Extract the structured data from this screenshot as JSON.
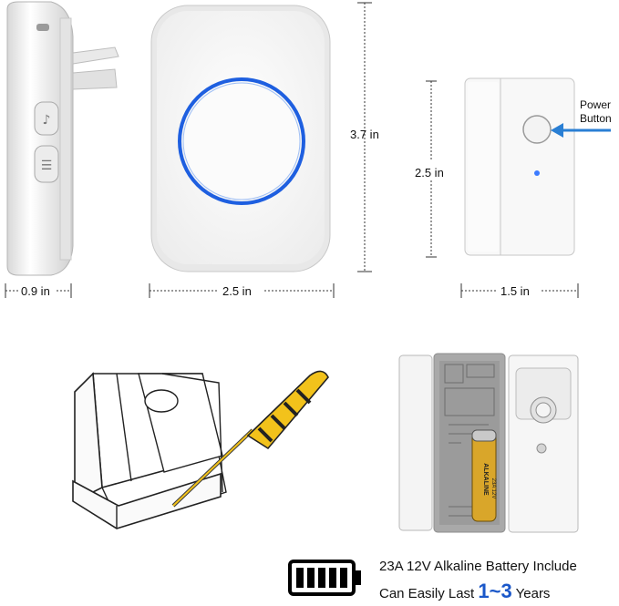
{
  "dimensions": {
    "side_depth": "0.9 in",
    "receiver_width": "2.5 in",
    "receiver_height": "3.7 in",
    "sensor_height": "2.5 in",
    "sensor_width": "1.5 in"
  },
  "callout": {
    "line1": "Power",
    "line2": "Button"
  },
  "battery": {
    "line1": "23A 12V Alkaline Battery Include",
    "line2_prefix": "Can Easily Last",
    "line2_value": "1~3",
    "line2_suffix": "Years",
    "label_brand": "ALKALINE",
    "label_type": "23A 12V"
  },
  "colors": {
    "ring": "#1e5fe0",
    "arrow": "#2a7fd4",
    "screwdriver": "#f2c21b",
    "highlight": "#1a57c9"
  }
}
